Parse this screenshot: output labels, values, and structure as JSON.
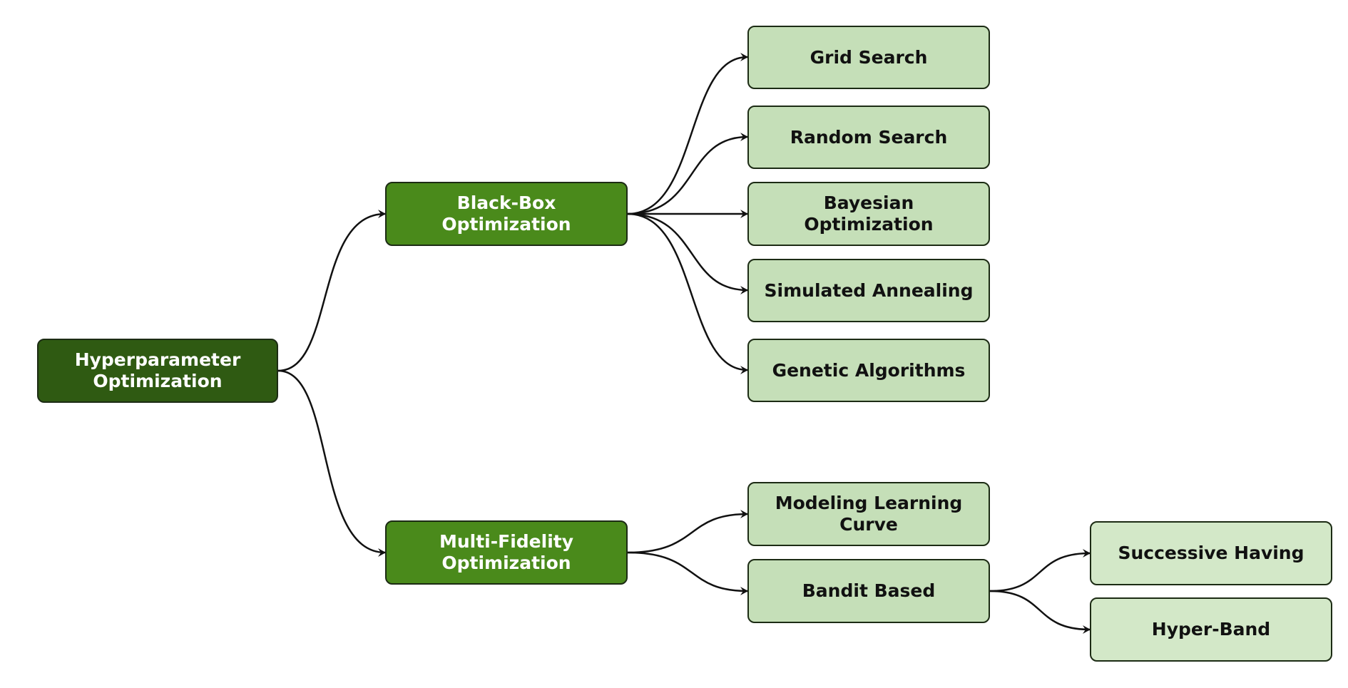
{
  "nodes": {
    "hpo": "Hyperparameter\nOptimization",
    "black_box": "Black-Box\nOptimization",
    "multi_fidelity": "Multi-Fidelity\nOptimization",
    "grid_search": "Grid Search",
    "random_search": "Random Search",
    "bayesian": "Bayesian Optimization",
    "simulated_annealing": "Simulated Annealing",
    "genetic": "Genetic Algorithms",
    "learning_curve": "Modeling Learning\nCurve",
    "bandit": "Bandit Based",
    "successive_having": "Successive Having",
    "hyper_band": "Hyper-Band"
  },
  "colors": {
    "root": "#2f5a12",
    "mid": "#4a8a1b",
    "leaf": "#c5dfb8",
    "leaf_light": "#d3e8c8",
    "connector": "#111111"
  }
}
